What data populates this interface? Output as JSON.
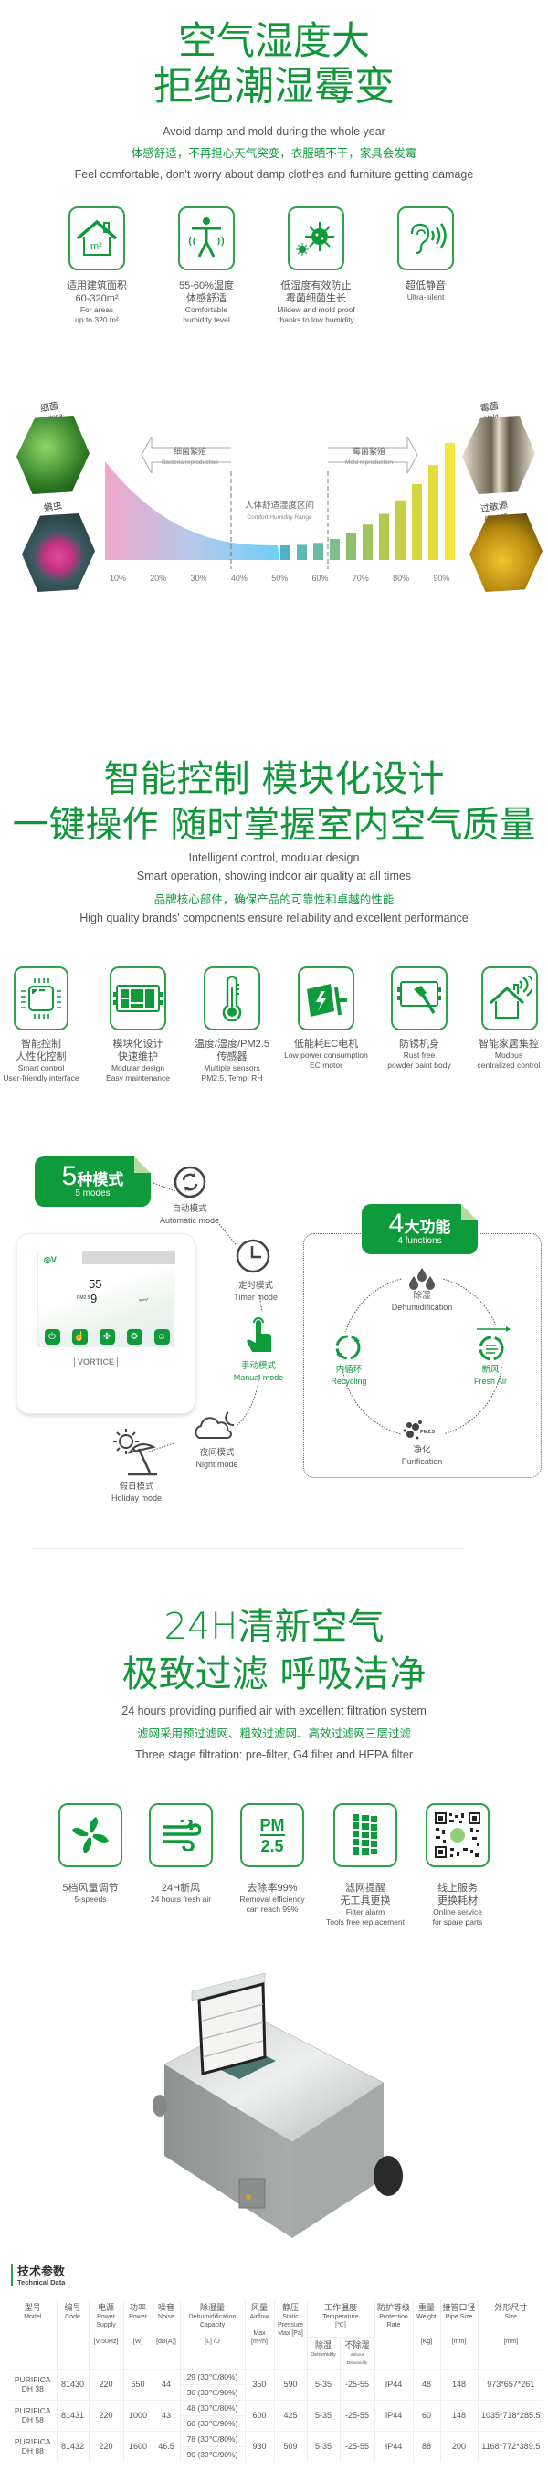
{
  "hero": {
    "title_1": "空气湿度大",
    "title_2": "拒绝潮湿霉变",
    "subtitle_en": "Avoid damp and mold during the whole year",
    "tagline_cn": "体感舒适，不再担心天气突变，衣服晒不干，家具会发霉",
    "tagline_en": "Feel comfortable, don't worry about damp clothes and furniture getting damage"
  },
  "features_1": [
    {
      "icon": "house-area-icon",
      "cn_1": "适用建筑面积",
      "cn_2": "60-320m²",
      "en_1": "For areas",
      "en_2": "up to 320 m²"
    },
    {
      "icon": "person-humidity-icon",
      "cn_1": "55-60%湿度",
      "cn_2": "体感舒适",
      "en_1": "Comfortable",
      "en_2": "humidity level"
    },
    {
      "icon": "virus-icon",
      "cn_1": "低湿度有效防止",
      "cn_2": "霉菌细菌生长",
      "en_1": "Mildew and mold proof",
      "en_2": "thanks to low humidity"
    },
    {
      "icon": "ear-sound-icon",
      "cn_1": "超低静音",
      "cn_2": "",
      "en_1": "Ultra-silent",
      "en_2": ""
    }
  ],
  "humidity_chart": {
    "ticks": [
      "10%",
      "20%",
      "30%",
      "40%",
      "50%",
      "60%",
      "70%",
      "80%",
      "90%"
    ],
    "left_arrow": {
      "cn": "细菌繁殖",
      "en": "Bacteria reproduction"
    },
    "right_arrow": {
      "cn": "霉菌繁殖",
      "en": "Mold reproduction"
    },
    "comfort": {
      "cn": "人体舒适湿度区间",
      "en": "Comfort Humidity Range"
    },
    "hazards": [
      {
        "cn": "细菌",
        "en": "Bacteria"
      },
      {
        "cn": "螨虫",
        "en": "Mite"
      },
      {
        "cn": "霉菌",
        "en": "Mold"
      },
      {
        "cn": "过敏源",
        "en": "Allergen"
      }
    ]
  },
  "section2": {
    "title_1": "智能控制 模块化设计",
    "title_2": "一键操作 随时掌握室内空气质量",
    "sub_1": "Intelligent control, modular design",
    "sub_2": "Smart operation, showing indoor air quality at all times",
    "tagline_cn": "品牌核心部件，确保产品的可靠性和卓越的性能",
    "tagline_en": "High quality brands' components ensure reliability and excellent performance"
  },
  "features_2": [
    {
      "icon": "chip-icon",
      "cn_1": "智能控制",
      "cn_2": "人性化控制",
      "en_1": "Smart control",
      "en_2": "User-friendly interface"
    },
    {
      "icon": "module-icon",
      "cn_1": "模块化设计",
      "cn_2": "快速维护",
      "en_1": "Modular design",
      "en_2": "Easy maintenance"
    },
    {
      "icon": "thermometer-icon",
      "cn_1": "温度/湿度/PM2.5",
      "cn_2": "传感器",
      "en_1": "Multiple sensors",
      "en_2": "PM2.5, Temp, RH"
    },
    {
      "icon": "ec-motor-icon",
      "cn_1": "低能耗EC电机",
      "cn_2": "",
      "en_1": "Low power consumption",
      "en_2": "EC motor"
    },
    {
      "icon": "paint-brush-icon",
      "cn_1": "防锈机身",
      "cn_2": "",
      "en_1": "Rust free",
      "en_2": "powder paint body"
    },
    {
      "icon": "smart-home-icon",
      "cn_1": "智能家居集控",
      "cn_2": "",
      "en_1": "Modbus",
      "en_2": "centralized control"
    }
  ],
  "modes": {
    "badge_num": "5",
    "badge_cn": "种模式",
    "badge_en": "5 modes",
    "items": [
      {
        "cn": "自动模式",
        "en": "Automatic mode"
      },
      {
        "cn": "定时模式",
        "en": "Timer mode"
      },
      {
        "cn": "手动模式",
        "en": "Manual mode"
      },
      {
        "cn": "夜间模式",
        "en": "Night mode"
      },
      {
        "cn": "假日模式",
        "en": "Holiday mode"
      }
    ],
    "panel": {
      "brand": "VORTICE",
      "value_1": "55",
      "value_2": "9",
      "pm_label": "PM2.5",
      "unit": "ug/m³"
    }
  },
  "functions": {
    "badge_num": "4",
    "badge_cn": "大功能",
    "badge_en": "4 functions",
    "items": [
      {
        "cn": "除湿",
        "en": "Dehumidification"
      },
      {
        "cn": "内循环",
        "en": "Recycling"
      },
      {
        "cn": "新风",
        "en": "Fresh Air"
      },
      {
        "cn": "净化",
        "en": "Purification",
        "tag": "PM2.5"
      }
    ]
  },
  "section3": {
    "title_1": "24H清新空气",
    "title_2": "极致过滤 呼吸洁净",
    "sub": "24 hours providing purified air with excellent filtration system",
    "tagline_cn": "滤网采用预过滤网、粗效过滤网、高效过滤网三层过滤",
    "tagline_en": "Three stage filtration: pre-filter, G4 filter and HEPA filter"
  },
  "features_3": [
    {
      "icon": "fan-icon",
      "cn_1": "5档风量调节",
      "cn_2": "",
      "en_1": "5-speeds",
      "en_2": ""
    },
    {
      "icon": "wind-icon",
      "cn_1": "24H新风",
      "cn_2": "",
      "en_1": "24 hours fresh air",
      "en_2": ""
    },
    {
      "icon": "pm25-icon",
      "pm_top": "PM",
      "pm_bottom": "2.5",
      "cn_1": "去除率99%",
      "cn_2": "",
      "en_1": "Removal efficiency",
      "en_2": "can reach 99%"
    },
    {
      "icon": "filter-icon",
      "cn_1": "滤网提醒",
      "cn_2": "无工具更换",
      "en_1": "Filter alarm",
      "en_2": "Tools free replacement"
    },
    {
      "icon": "qr-code-icon",
      "cn_1": "线上服务",
      "cn_2": "更换耗材",
      "en_1": "Online service",
      "en_2": "for spare parts"
    }
  ],
  "tech": {
    "title_cn": "技术参数",
    "title_en": "Technical Data",
    "headers": {
      "model": {
        "cn": "型号",
        "en": "Model"
      },
      "code": {
        "cn": "编号",
        "en": "Code"
      },
      "supply": {
        "cn": "电源",
        "en": "Power Supply",
        "unit": "[V-50Hz]"
      },
      "power": {
        "cn": "功率",
        "en": "Power",
        "unit": "[W]"
      },
      "noise": {
        "cn": "噪音",
        "en": "Noise",
        "unit": "[dB(A)]"
      },
      "dehum": {
        "cn": "除湿量",
        "en": "Dehumidification Capacity",
        "unit": "[L] /D"
      },
      "airflow": {
        "cn": "风量",
        "en": "Airflow",
        "unit": "Max [m³/h]"
      },
      "static": {
        "cn": "静压",
        "en": "Static Pressure",
        "unit": "Max [Pa]"
      },
      "temp": {
        "cn": "工作温度",
        "en": "Temperature",
        "unit": "[℃]",
        "sub1_cn": "除湿",
        "sub1_en": "Dehumidify",
        "sub2_cn": "不除湿",
        "sub2_en": "without Dehumidify"
      },
      "protection": {
        "cn": "防护等级",
        "en": "Protection Rate"
      },
      "weight": {
        "cn": "重量",
        "en": "Weight",
        "unit": "[Kg]"
      },
      "pipe": {
        "cn": "接管口径",
        "en": "Pipe Size",
        "unit": "[mm]"
      },
      "size": {
        "cn": "外形尺寸",
        "en": "Size",
        "unit": "[mm]"
      }
    },
    "rows": [
      {
        "model": "PURIFICA DH 38",
        "code": "81430",
        "supply": "220",
        "power": "650",
        "noise": "44",
        "dehum_1": "29 (30℃/80%)",
        "dehum_2": "36 (30℃/90%)",
        "airflow": "350",
        "static": "590",
        "t1": "5-35",
        "t2": "-25-55",
        "ip": "IP44",
        "weight": "48",
        "pipe": "148",
        "size": "973*657*261"
      },
      {
        "model": "PURIFICA DH 58",
        "code": "81431",
        "supply": "220",
        "power": "1000",
        "noise": "43",
        "dehum_1": "48 (30℃/80%)",
        "dehum_2": "60 (30℃/90%)",
        "airflow": "600",
        "static": "425",
        "t1": "5-35",
        "t2": "-25-55",
        "ip": "IP44",
        "weight": "60",
        "pipe": "148",
        "size": "1035*718*285.5"
      },
      {
        "model": "PURIFICA DH 88",
        "code": "81432",
        "supply": "220",
        "power": "1600",
        "noise": "46.5",
        "dehum_1": "78 (30℃/80%)",
        "dehum_2": "90 (30℃/90%)",
        "airflow": "930",
        "static": "509",
        "t1": "5-35",
        "t2": "-25-55",
        "ip": "IP44",
        "weight": "88",
        "pipe": "200",
        "size": "1168*772*389.5"
      }
    ]
  },
  "colors": {
    "brand_green": "#0f9a3c",
    "icon_green": "#2ea24a"
  }
}
